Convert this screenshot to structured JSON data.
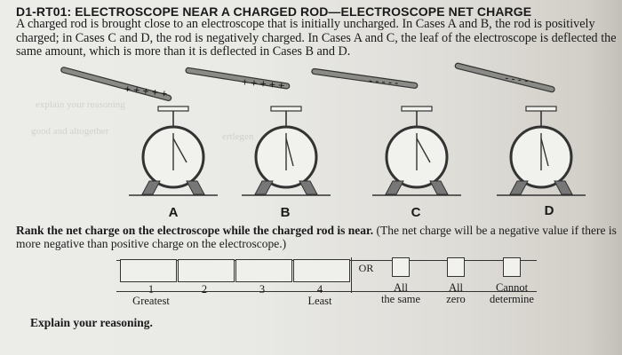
{
  "header": {
    "title": "D1-RT01: ELECTROSCOPE NEAR A CHARGED ROD—ELECTROSCOPE NET CHARGE"
  },
  "intro": {
    "text": "A charged rod is brought close to an electroscope that is initially uncharged. In Cases A and B, the rod is positively charged; in Cases C and D, the rod is negatively charged. In Cases A and C, the leaf of the electroscope is deflected the same amount, which is more than it is deflected in Cases B and D."
  },
  "cases": [
    {
      "label": "A",
      "rod_charge": "+ + + + +",
      "charge_sign": "positive",
      "deflection": "large"
    },
    {
      "label": "B",
      "rod_charge": "+ + + + +",
      "charge_sign": "positive",
      "deflection": "small"
    },
    {
      "label": "C",
      "rod_charge": "- - - - -",
      "charge_sign": "negative",
      "deflection": "large"
    },
    {
      "label": "D",
      "rod_charge": "- - - - -",
      "charge_sign": "negative",
      "deflection": "small"
    }
  ],
  "question": {
    "bold": "Rank the net charge on the electroscope while the charged rod is near.",
    "rest": " (The net charge will be a negative value if there is more negative than positive charge on the electroscope.)"
  },
  "ranking": {
    "slots": [
      {
        "num": "1",
        "note": "Greatest"
      },
      {
        "num": "2",
        "note": ""
      },
      {
        "num": "3",
        "note": ""
      },
      {
        "num": "4",
        "note": "Least"
      }
    ],
    "or_label": "OR",
    "options": [
      {
        "line1": "All",
        "line2": "the same"
      },
      {
        "line1": "All",
        "line2": "zero"
      },
      {
        "line1": "Cannot",
        "line2": "determine"
      }
    ]
  },
  "explain": {
    "label": "Explain your reasoning."
  },
  "colors": {
    "paper": "#e9e9e5",
    "ink": "#1a1a1a",
    "rod": "#8a8a86",
    "outline": "#333333"
  }
}
